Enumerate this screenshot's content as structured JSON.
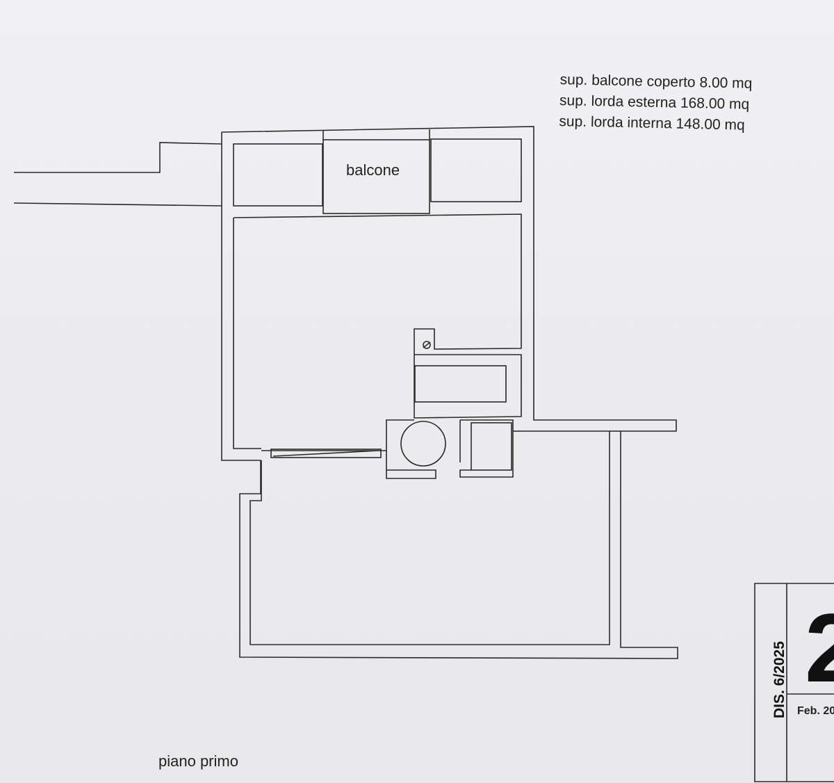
{
  "areas": {
    "balcone_coperto": "sup. balcone coperto 8.00 mq",
    "lorda_esterna": "sup. lorda esterna  168.00 mq",
    "lorda_interna": "sup. lorda interna  148.00 mq"
  },
  "rooms": {
    "balcone": "balcone"
  },
  "floor": {
    "name": "piano primo"
  },
  "title_block": {
    "drawing_number": "DIS. 6/2025",
    "sheet_number": "2",
    "date": "Feb. 20"
  },
  "colors": {
    "paper": "#ececee",
    "ink": "#2a2a2a"
  }
}
